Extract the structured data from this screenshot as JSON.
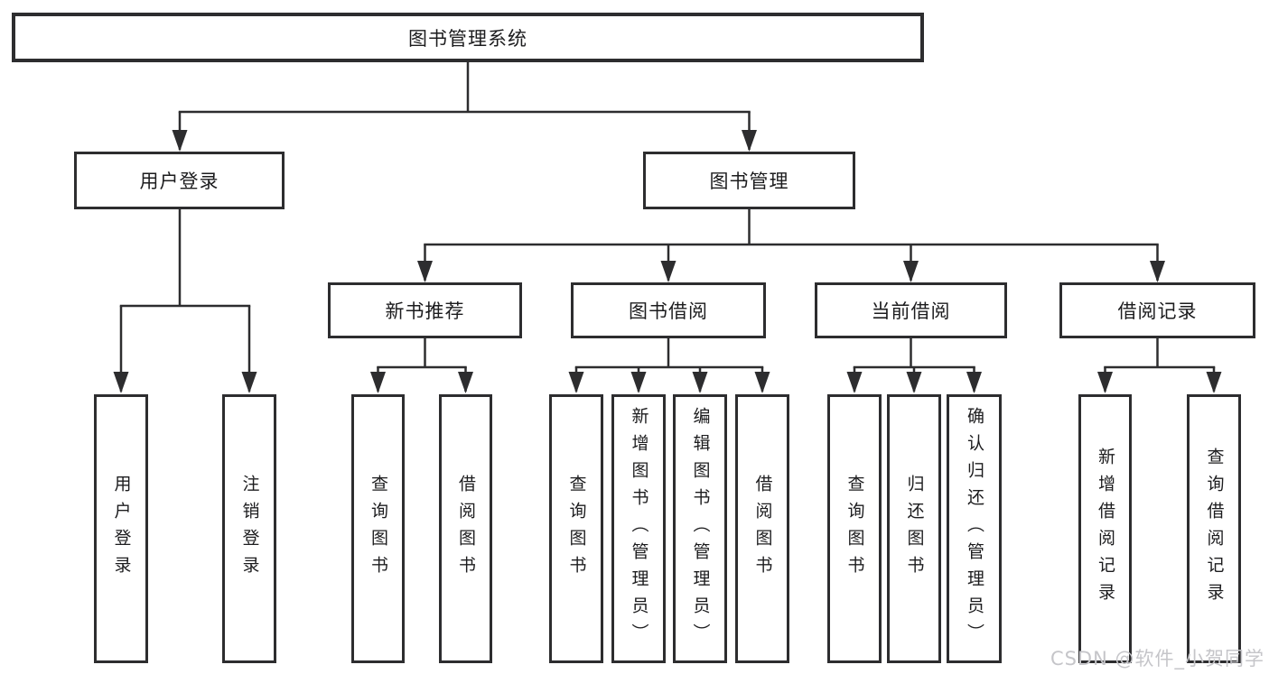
{
  "tree": {
    "root": {
      "label": "图书管理系统",
      "children": [
        {
          "label": "用户登录",
          "children": [
            {
              "label": "用户登录"
            },
            {
              "label": "注销登录"
            }
          ]
        },
        {
          "label": "图书管理",
          "children": [
            {
              "label": "新书推荐",
              "children": [
                {
                  "label": "查询图书"
                },
                {
                  "label": "借阅图书"
                }
              ]
            },
            {
              "label": "图书借阅",
              "children": [
                {
                  "label": "查询图书"
                },
                {
                  "label": "新增图书（管理员）"
                },
                {
                  "label": "编辑图书（管理员）"
                },
                {
                  "label": "借阅图书"
                }
              ]
            },
            {
              "label": "当前借阅",
              "children": [
                {
                  "label": "查询图书"
                },
                {
                  "label": "归还图书"
                },
                {
                  "label": "确认归还（管理员）"
                }
              ]
            },
            {
              "label": "借阅记录",
              "children": [
                {
                  "label": "新增借阅记录"
                },
                {
                  "label": "查询借阅记录"
                }
              ]
            }
          ]
        }
      ]
    }
  },
  "watermark": {
    "text": "CSDN @软件_小贺同学"
  },
  "colors": {
    "line": "#2d2d2f",
    "box_background": "#ffffff",
    "text": "#1c1c1e",
    "watermark": "#c5c5c9"
  }
}
